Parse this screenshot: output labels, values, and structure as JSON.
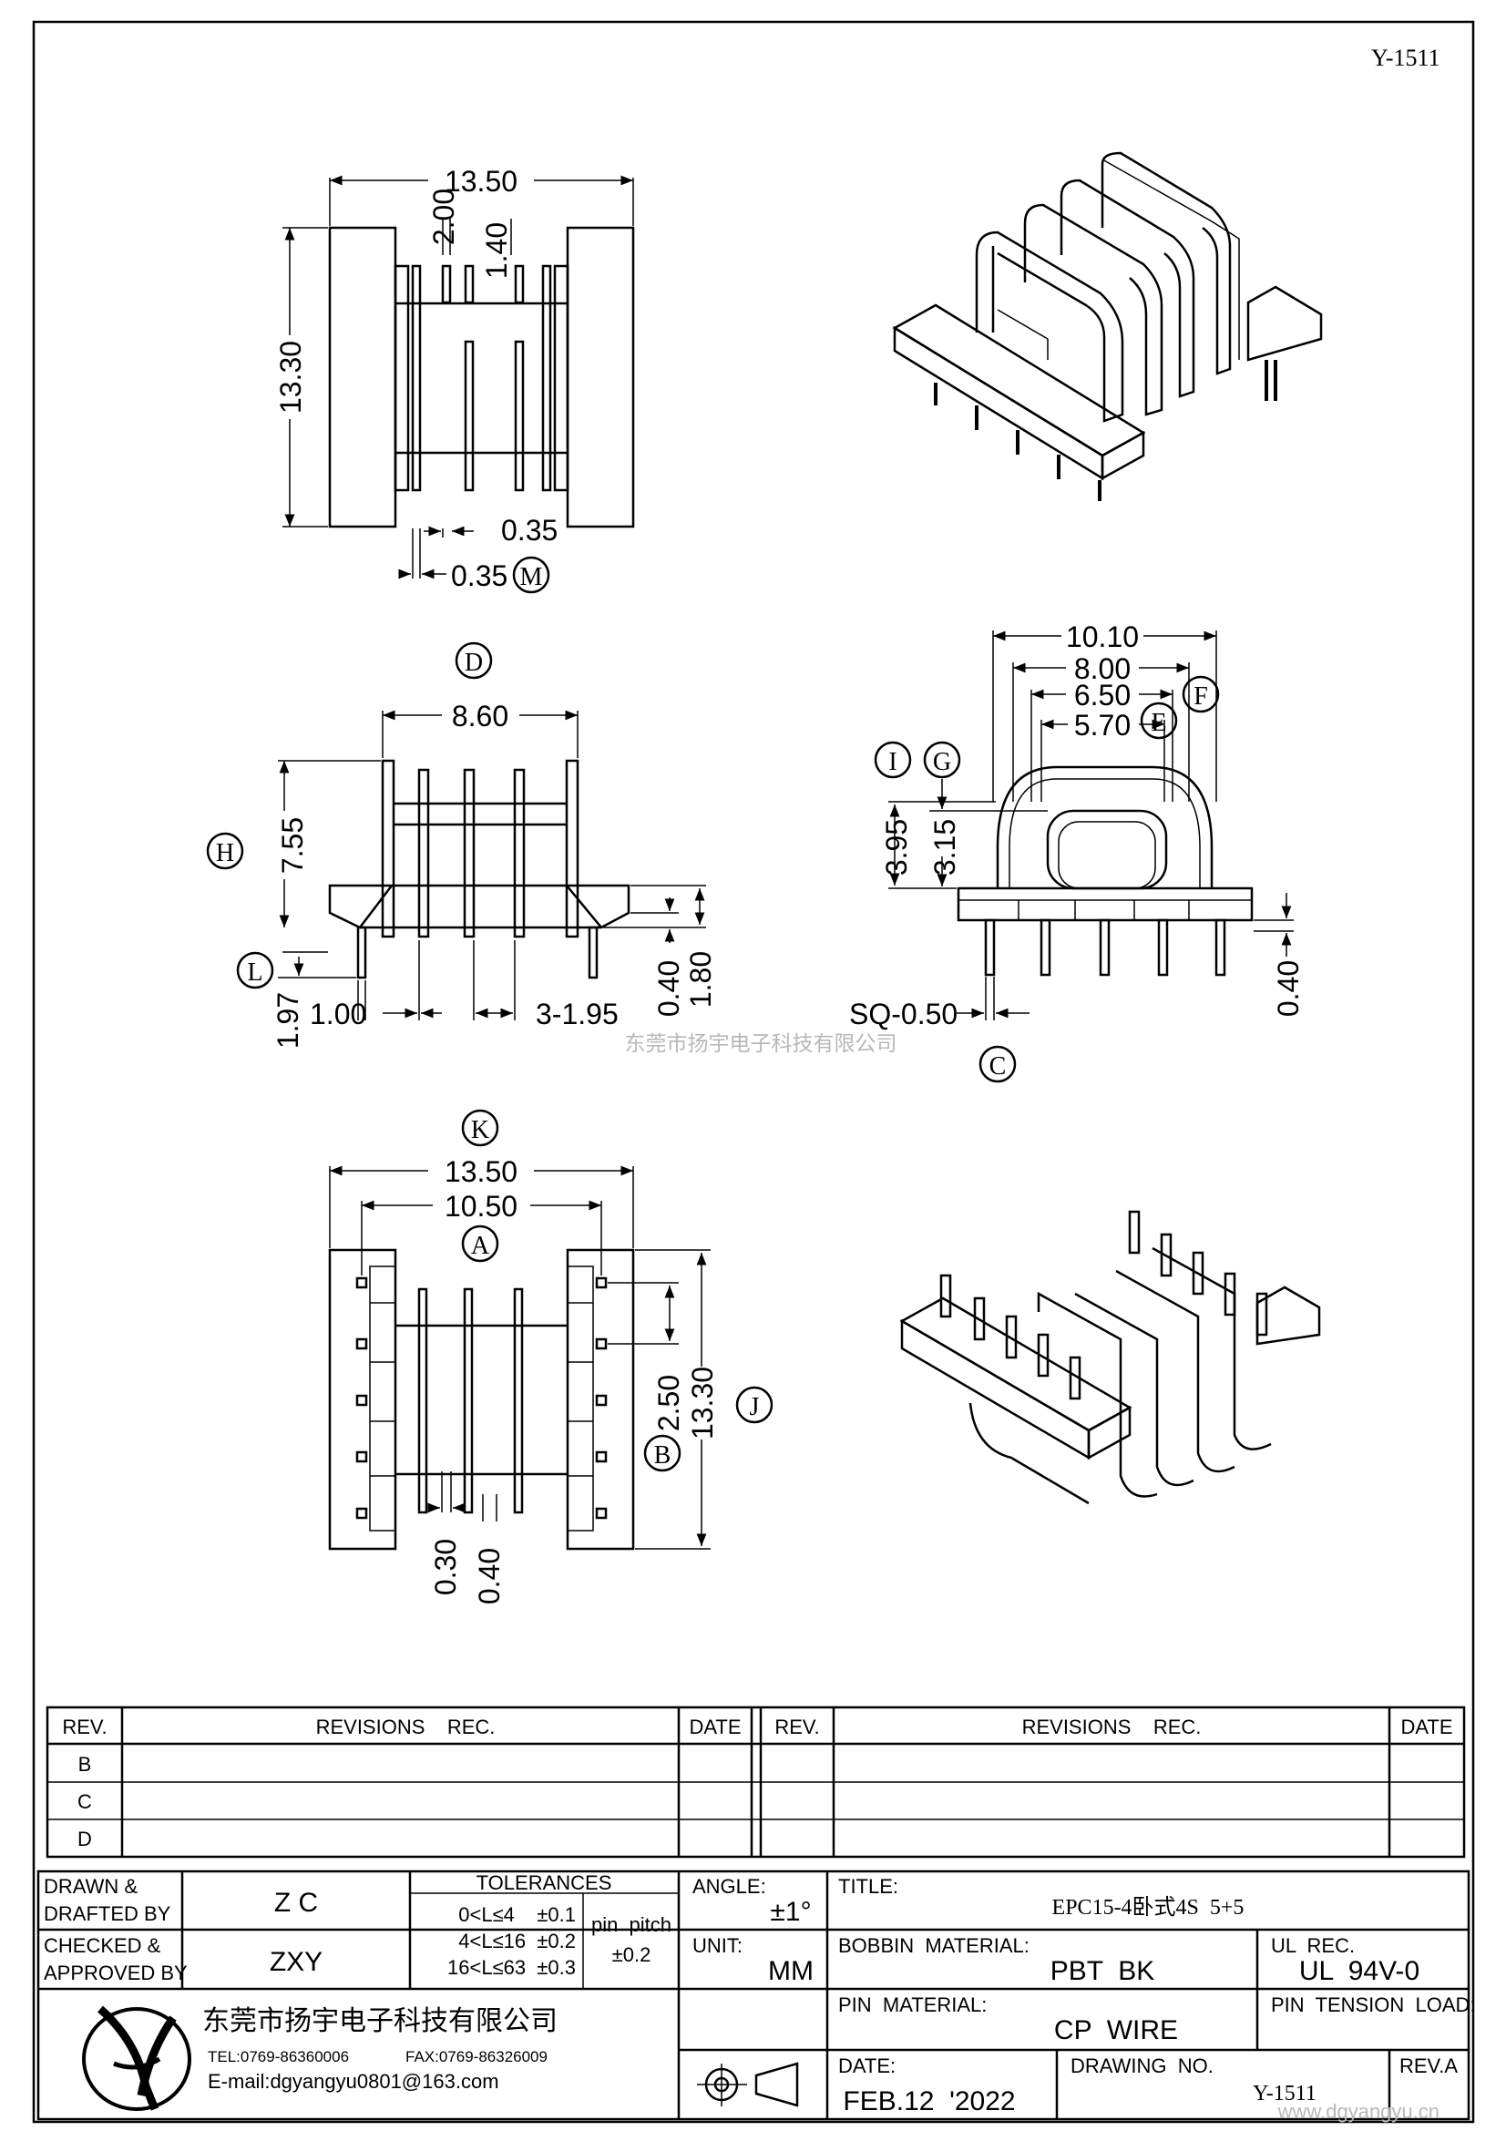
{
  "drawing_number_top": "Y-1511",
  "watermark": "东莞市扬宇电子科技有限公司",
  "website": "www.dgyangyu.cn",
  "dimensions": {
    "top_view": {
      "width": "13.50",
      "height": "13.30",
      "flange_gap": "2.00",
      "slot_gap": "1.40",
      "slot_w": "0.35",
      "wall": "0.35",
      "mark": "M"
    },
    "front_view": {
      "width": "8.60",
      "height": "7.55",
      "base_h": "1.80",
      "base_off": "0.40",
      "pin_len": "1.97",
      "pin_off": "1.00",
      "pitch": "3-1.95",
      "mark_d": "D",
      "mark_h": "H",
      "mark_l": "L"
    },
    "side_view": {
      "w1": "10.10",
      "w2": "8.00",
      "w3": "6.50",
      "w4": "5.70",
      "h1": "3.95",
      "h2": "3.15",
      "pin_sq": "SQ-0.50",
      "pin_off": "0.40",
      "mark_e": "E",
      "mark_f": "F",
      "mark_g": "G",
      "mark_i": "I",
      "mark_c": "C"
    },
    "bottom_view": {
      "w_outer": "13.50",
      "w_inner": "10.50",
      "height": "13.30",
      "pitch": "2.50",
      "slot1": "0.30",
      "slot2": "0.40",
      "mark_a": "A",
      "mark_b": "B",
      "mark_j": "J",
      "mark_k": "K"
    }
  },
  "revisions": {
    "rev_header": "REV.",
    "rec_header": "REVISIONS    REC.",
    "date_header": "DATE",
    "rows": [
      "B",
      "C",
      "D"
    ]
  },
  "title_block": {
    "drawn_label": "DRAWN &",
    "drafted_label": "DRAFTED BY",
    "drawn_by": "Z C",
    "checked_label": "CHECKED &",
    "approved_label": "APPROVED BY",
    "approved_by": "ZXY",
    "tolerances_label": "TOLERANCES",
    "tol": [
      "0<L≤4    ±0.1",
      "4<L≤16  ±0.2",
      "16<L≤63  ±0.3"
    ],
    "pin_pitch_label": "pin  pitch",
    "pin_pitch_tol": "±0.2",
    "angle_label": "ANGLE:",
    "angle_value": "±1°",
    "unit_label": "UNIT:",
    "unit_value": "MM",
    "title_label": "TITLE:",
    "title_value": "EPC15-4卧式4S  5+5",
    "bobbin_label": "BOBBIN  MATERIAL:",
    "bobbin_value": "PBT  BK",
    "ul_label": "UL  REC.",
    "ul_value": "UL  94V-0",
    "pin_material_label": "PIN  MATERIAL:",
    "pin_material_value": "CP  WIRE",
    "pin_tension_label": "PIN  TENSION  LOAD:",
    "date_label": "DATE:",
    "date_value": "FEB.12  '2022",
    "drawing_no_label": "DRAWING  NO.",
    "drawing_no_value": "Y-1511",
    "rev_label": "REV.A",
    "company_name": "东莞市扬宇电子科技有限公司",
    "tel": "TEL:0769-86360006",
    "fax": "FAX:0769-86326009",
    "email": "E-mail:dgyangyu0801@163.com"
  }
}
